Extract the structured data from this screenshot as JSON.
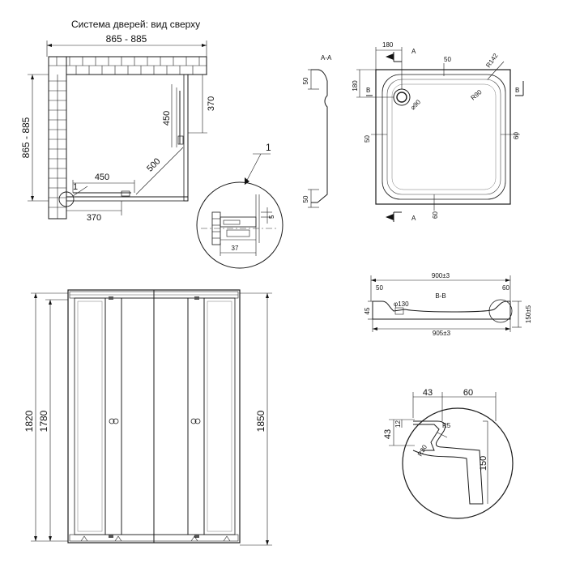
{
  "top_view": {
    "title": "Система дверей: вид сверху",
    "width_range": "865 - 885",
    "depth_range": "865 - 885",
    "door_450_v": "450",
    "door_370_v": "370",
    "door_450_h": "450",
    "door_370_h": "370",
    "diagonal": "500",
    "callout": "1"
  },
  "detail_1": {
    "dim_37": "37",
    "dim_5": "5"
  },
  "front_view": {
    "h1820": "1820",
    "h1780": "1780",
    "h1850": "1850"
  },
  "section_aa": {
    "label": "A-A",
    "dim_top_50": "50",
    "dim_bot_50": "50"
  },
  "tray_plan": {
    "dim_180_top": "180",
    "dim_180_left": "180",
    "mark_a_top": "A",
    "mark_a_bottom": "A",
    "mark_b_left": "B",
    "mark_b_right": "B",
    "dim_50_top": "50",
    "r142": "R142",
    "r90": "R90",
    "d90": "⌀90",
    "dim_50_left": "50",
    "dim_60_right": "60",
    "dim_60_bottom": "60"
  },
  "section_bb": {
    "label": "B-B",
    "top_width": "900±3",
    "bottom_width": "905±3",
    "dim_50": "50",
    "dim_60": "60",
    "dim_45": "45",
    "phi130": "φ130",
    "dim_150": "150±5"
  },
  "rim_detail": {
    "dim_43_top": "43",
    "dim_60": "60",
    "dim_43_left": "43",
    "dim_12": "12",
    "r5": "R5",
    "r30": "R30",
    "dim_150": "150"
  }
}
